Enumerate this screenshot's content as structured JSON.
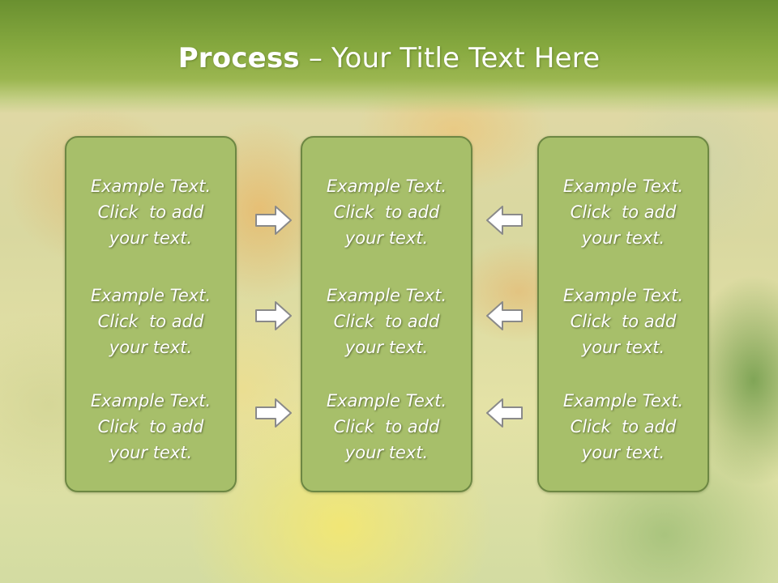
{
  "title": {
    "bold": "Process",
    "rest": " – Your Title Text Here"
  },
  "columns": [
    {
      "items": [
        {
          "lines": [
            "Example Text.",
            "Click  to add",
            "your text."
          ]
        },
        {
          "lines": [
            "Example Text.",
            "Click  to add",
            "your text."
          ]
        },
        {
          "lines": [
            "Example Text.",
            "Click  to add",
            "your text."
          ]
        }
      ]
    },
    {
      "items": [
        {
          "lines": [
            "Example Text.",
            "Click  to add",
            "your text."
          ]
        },
        {
          "lines": [
            "Example Text.",
            "Click  to add",
            "your text."
          ]
        },
        {
          "lines": [
            "Example Text.",
            "Click  to add",
            "your text."
          ]
        }
      ]
    },
    {
      "items": [
        {
          "lines": [
            "Example Text.",
            "Click  to add",
            "your text."
          ]
        },
        {
          "lines": [
            "Example Text.",
            "Click  to add",
            "your text."
          ]
        },
        {
          "lines": [
            "Example Text.",
            "Click  to add",
            "your text."
          ]
        }
      ]
    }
  ],
  "arrows": {
    "left_group": "right-arrow-icon",
    "right_group": "left-arrow-icon"
  },
  "colors": {
    "box_fill": "#a7bf6a",
    "box_border": "#6d8743",
    "title_bar": "#86a93f",
    "arrow_fill": "#ffffff",
    "arrow_stroke": "#8a8a8a"
  }
}
